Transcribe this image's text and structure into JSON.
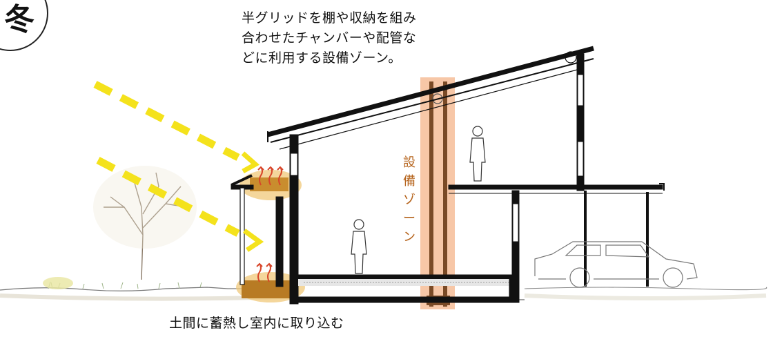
{
  "season": {
    "label": "冬"
  },
  "note_top": {
    "lines": [
      "半グリッドを棚や収納を組み",
      "合わせたチャンバーや配管な",
      "どに利用する設備ゾーン。"
    ]
  },
  "zone_label": "設備ゾーン",
  "note_bottom": "土間に蓄熱し室内に取り込む",
  "colors": {
    "sun_ray": "#f4e21c",
    "zone_fill": "#f4b48a",
    "zone_text": "#b5621a",
    "heat_fill": "#d9a346",
    "heat_arrow": "#d8462a"
  },
  "icons": {
    "tree": "tree-icon",
    "person": "person-icon",
    "car": "car-icon",
    "heat_arrows": "heat-arrow-icon"
  }
}
